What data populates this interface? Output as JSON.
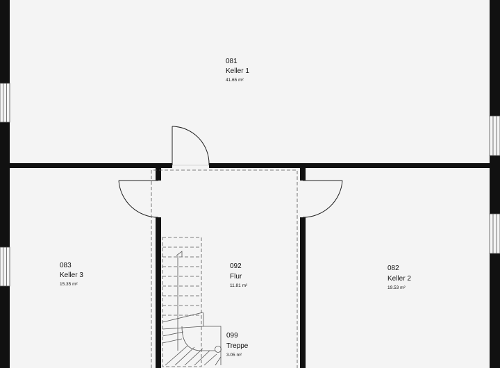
{
  "rooms": [
    {
      "number": "081",
      "name": "Keller 1",
      "area": "41.65 m²"
    },
    {
      "number": "083",
      "name": "Keller 3",
      "area": "15.35 m²"
    },
    {
      "number": "092",
      "name": "Flur",
      "area": "11.81 m²"
    },
    {
      "number": "082",
      "name": "Keller 2",
      "area": "19.53 m²"
    },
    {
      "number": "099",
      "name": "Treppe",
      "area": "3.05 m²"
    }
  ],
  "colors": {
    "wall": "#111111",
    "floor": "#f4f4f4",
    "line": "#333333"
  }
}
